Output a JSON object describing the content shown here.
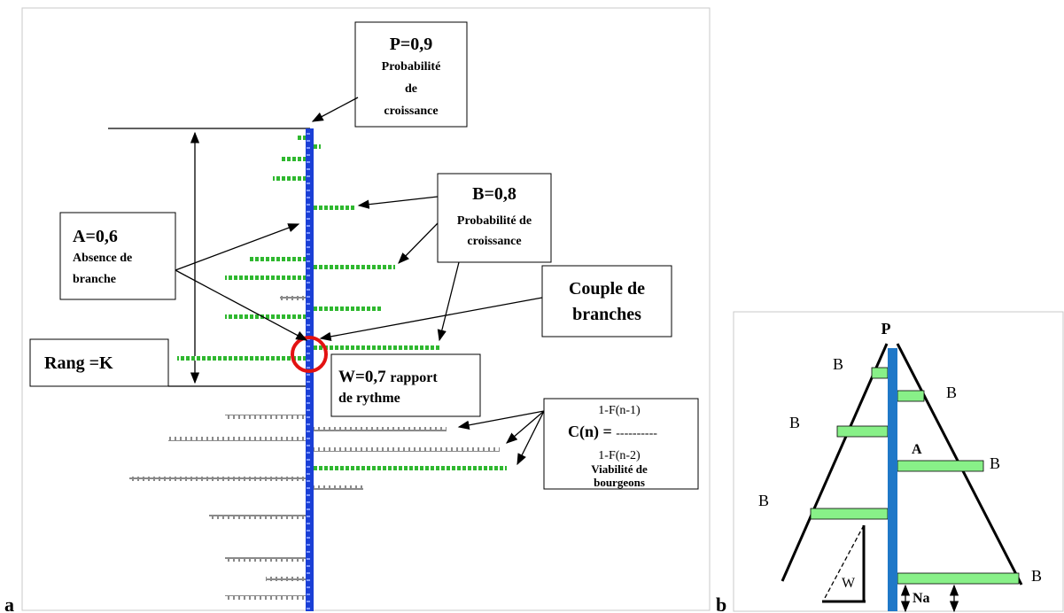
{
  "panel_a": {
    "label": "a",
    "p_box": {
      "title": "P=0,9",
      "line1": "Probabilité",
      "line2": "de",
      "line3": "croissance"
    },
    "b_box": {
      "title": "B=0,8",
      "line1": "Probabilité de",
      "line2": "croissance"
    },
    "a_box": {
      "title": "A=0,6",
      "line1": "Absence de",
      "line2": "branche"
    },
    "couple_box": {
      "line1": "Couple de",
      "line2": "branches"
    },
    "rang_box": {
      "text": "Rang =K"
    },
    "w_box": {
      "title": "W=0,7",
      "title_suffix": "rapport",
      "line2": "de rythme"
    },
    "c_box": {
      "num": "1-F(n-1)",
      "lhs": "C(n) = ",
      "dashes": "----------",
      "den": "1-F(n-2)",
      "line1": "Viabilité de",
      "line2": "bourgeons"
    }
  },
  "panel_b": {
    "label": "b",
    "apex": "P",
    "b_labels": [
      "B",
      "B",
      "B",
      "B",
      "B",
      "B"
    ],
    "a_label": "A",
    "w_label": "W",
    "na_label": "Na"
  },
  "colors": {
    "axis": "#1a3fd6",
    "axis_b": "#1f78c8",
    "green_branch": "#2fb82f",
    "grey_branch": "#9a9a9a",
    "bar_green_b": "#88f088",
    "circle": "#e31212"
  }
}
